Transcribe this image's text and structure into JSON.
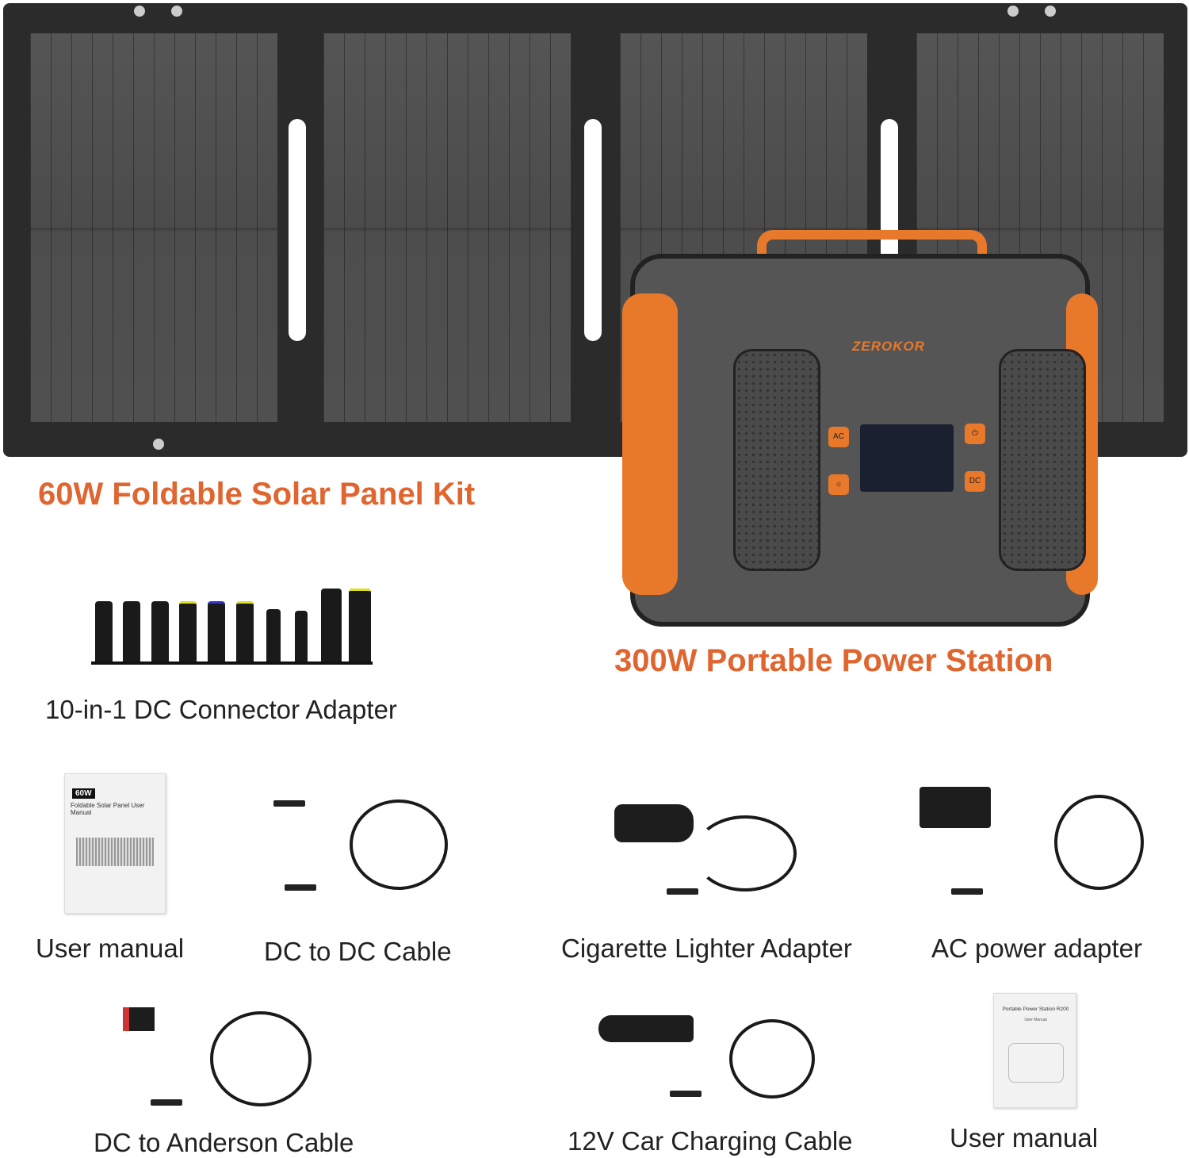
{
  "solar_panel": {
    "label": "60W Foldable Solar Panel Kit"
  },
  "power_station": {
    "label": "300W Portable Power Station",
    "brand": "ZEROKOR",
    "buttons": {
      "ac": "AC",
      "dc": "DC"
    }
  },
  "dc_connector": {
    "label": "10-in-1 DC Connector Adapter"
  },
  "accessories": [
    {
      "label": "User manual",
      "manual_badge": "60W",
      "manual_title": "Foldable Solar Panel User Manual"
    },
    {
      "label": "DC to DC Cable"
    },
    {
      "label": "Cigarette Lighter Adapter"
    },
    {
      "label": "AC power adapter"
    },
    {
      "label": "DC to Anderson Cable"
    },
    {
      "label": "12V Car Charging Cable"
    },
    {
      "label": "User manual",
      "manual_title": "Portable Power Station R200",
      "manual_sub": "User Manual"
    }
  ],
  "colors": {
    "accent": "#e0652f",
    "panel": "#2b2b2b"
  }
}
